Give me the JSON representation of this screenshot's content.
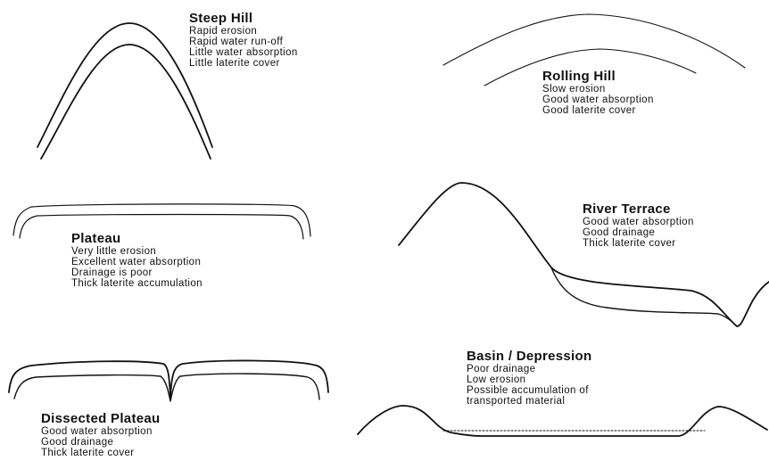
{
  "landforms": {
    "steep_hill": {
      "title": "Steep Hill",
      "lines": [
        "Rapid erosion",
        "Rapid water run-off",
        "Little water absorption",
        "Little laterite cover"
      ]
    },
    "rolling_hill": {
      "title": "Rolling Hill",
      "lines": [
        "Slow erosion",
        "Good water absorption",
        "Good laterite cover"
      ]
    },
    "plateau": {
      "title": "Plateau",
      "lines": [
        "Very little erosion",
        "Excellent water absorption",
        "Drainage is poor",
        "Thick laterite accumulation"
      ]
    },
    "river_terrace": {
      "title": "River Terrace",
      "lines": [
        "Good water absorption",
        "Good drainage",
        "Thick laterite cover"
      ]
    },
    "basin": {
      "title": "Basin / Depression",
      "lines": [
        "Poor drainage",
        "Low erosion",
        "Possible accumulation of",
        "transported material"
      ]
    },
    "dissected_plateau": {
      "title": "Dissected Plateau",
      "lines": [
        "Good water absorption",
        "Good drainage",
        "Thick laterite cover"
      ]
    }
  },
  "colors": {
    "ink": "#111111",
    "background": "#ffffff"
  }
}
